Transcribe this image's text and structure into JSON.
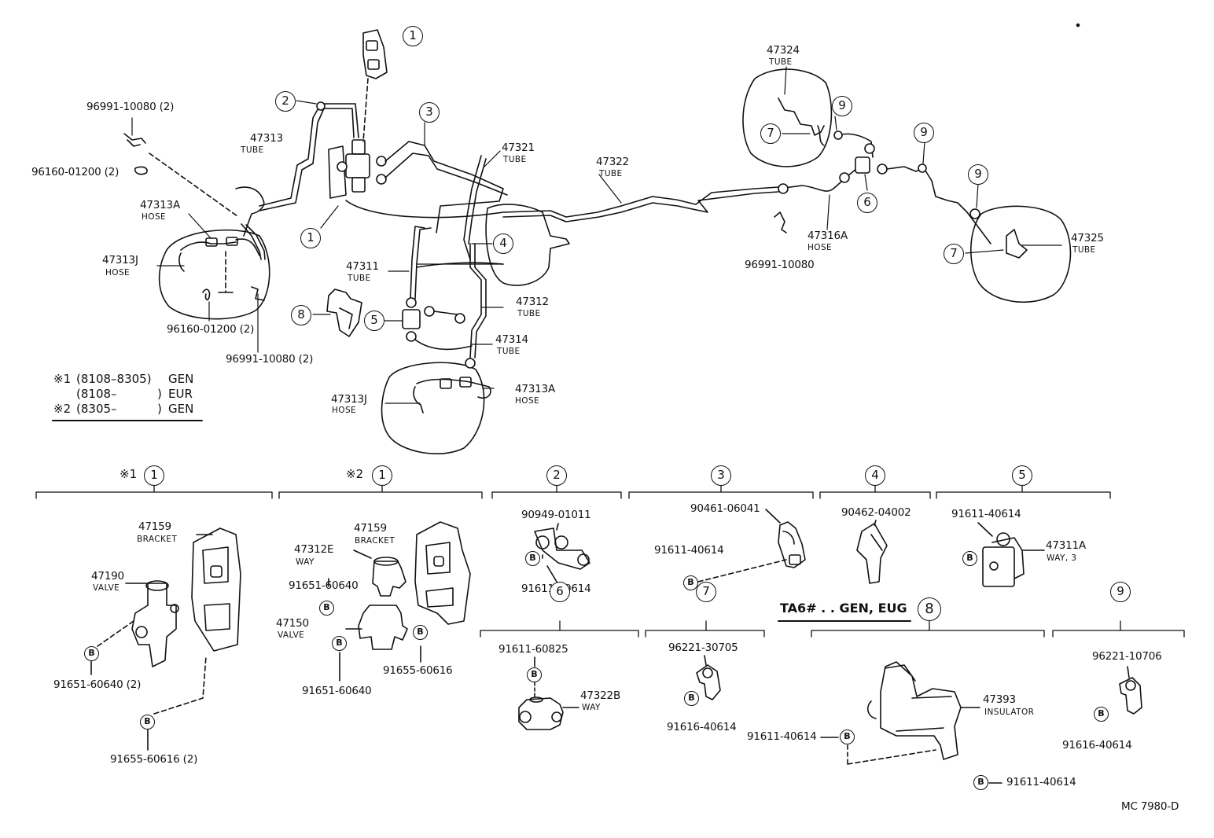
{
  "diagram": {
    "main_labels": {
      "p47313": "47313",
      "p47313_sub": "TUBE",
      "p47313A_l": "47313A",
      "p47313A_l_sub": "HOSE",
      "p47313J_l": "47313J",
      "p47313J_l_sub": "HOSE",
      "c96991_top": "96991-10080 (2)",
      "c96160_left": "96160-01200 (2)",
      "c96160_bottom": "96160-01200 (2)",
      "c96991_bottom": "96991-10080 (2)",
      "p47321": "47321",
      "p47321_sub": "TUBE",
      "p47322": "47322",
      "p47322_sub": "TUBE",
      "p47311": "47311",
      "p47311_sub": "TUBE",
      "p47312": "47312",
      "p47312_sub": "TUBE",
      "p47314": "47314",
      "p47314_sub": "TUBE",
      "p47313J_r": "47313J",
      "p47313J_r_sub": "HOSE",
      "p47313A_r": "47313A",
      "p47313A_r_sub": "HOSE",
      "p47324": "47324",
      "p47324_sub": "TUBE",
      "p47316A": "47316A",
      "p47316A_sub": "HOSE",
      "c96991_right": "96991-10080",
      "p47325": "47325",
      "p47325_sub": "TUBE"
    },
    "callouts": {
      "n1_top": "1",
      "n1_mid": "1",
      "n2": "2",
      "n3": "3",
      "n4": "4",
      "n5": "5",
      "n6": "6",
      "n7a": "7",
      "n7b": "7",
      "n8": "8",
      "n9a": "9",
      "n9b": "9",
      "n9c": "9"
    },
    "legend": {
      "row1_mark": "※1",
      "row1_range": "(8108–8305)",
      "row1_code": "GEN",
      "row2_range": "(8108–",
      "row2_close": ")",
      "row2_code": "EUR",
      "row3_mark": "※2",
      "row3_range": "(8305–",
      "row3_close": ")",
      "row3_code": "GEN"
    },
    "details": {
      "g1_mark": "※1",
      "g1_num": "1",
      "g1_47159": "47159",
      "g1_47159_sub": "BRACKET",
      "g1_47190": "47190",
      "g1_47190_sub": "VALVE",
      "g1_b1": "B",
      "g1_b2": "B",
      "g1_91651": "91651-60640 (2)",
      "g1_91655": "91655-60616 (2)",
      "g2_mark": "※2",
      "g2_num": "1",
      "g2_47159": "47159",
      "g2_47159_sub": "BRACKET",
      "g2_47312E": "47312E",
      "g2_47312E_sub": "WAY",
      "g2_91651a": "91651-60640",
      "g2_47150": "47150",
      "g2_47150_sub": "VALVE",
      "g2_91651b": "91651-60640",
      "g2_91655": "91655-60616",
      "g2_b1": "B",
      "g2_b2": "B",
      "g2_b3": "B",
      "g3_num": "2",
      "g3_90949": "90949-01011",
      "g3_91611": "91611-40614",
      "g3_b": "B",
      "g4_num": "3",
      "g4_90461": "90461-06041",
      "g4_91611": "91611-40614",
      "g4_b": "B",
      "g5_num": "4",
      "g5_90462": "90462-04002",
      "g6_num": "5",
      "g6_91611": "91611-40614",
      "g6_47311A": "47311A",
      "g6_47311A_sub": "WAY, 3",
      "g6_b": "B",
      "g7_num": "6",
      "g7_91611": "91611-60825",
      "g7_47322B": "47322B",
      "g7_47322B_sub": "WAY",
      "g7_b": "B",
      "g8_num": "7",
      "g8_96221": "96221-30705",
      "g8_91616": "91616-40614",
      "g8_b": "B",
      "g9_title": "TA6# . . GEN, EUG",
      "g9_num": "8",
      "g9_47393": "47393",
      "g9_47393_sub": "INSULATOR",
      "g9_91611a": "91611-40614",
      "g9_91611b": "91611-40614",
      "g9_b1": "B",
      "g9_b2": "B",
      "g10_num": "9",
      "g10_96221": "96221-10706",
      "g10_91616": "91616-40614",
      "g10_b": "B"
    },
    "footer_code": "MC  7980-D"
  }
}
